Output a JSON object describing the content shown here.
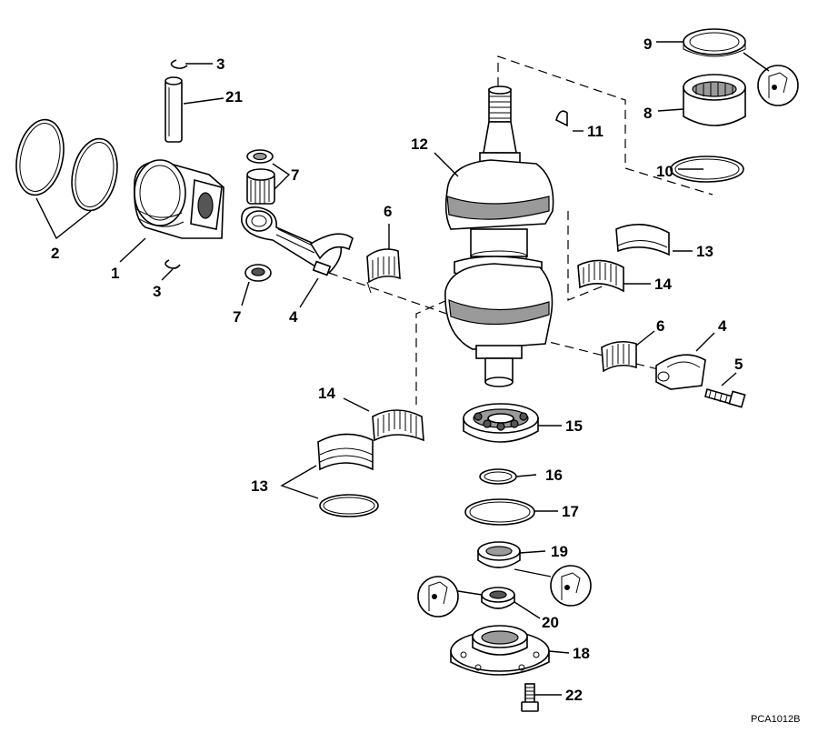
{
  "diagram": {
    "callouts": {
      "c1": "1",
      "c2": "2",
      "c3a": "3",
      "c3b": "3",
      "c4a": "4",
      "c4b": "4",
      "c5": "5",
      "c6a": "6",
      "c6b": "6",
      "c7a": "7",
      "c7b": "7",
      "c8": "8",
      "c9": "9",
      "c10": "10",
      "c11": "11",
      "c12": "12",
      "c13a": "13",
      "c13b": "13",
      "c14a": "14",
      "c14b": "14",
      "c15": "15",
      "c16": "16",
      "c17": "17",
      "c18": "18",
      "c19": "19",
      "c20": "20",
      "c21": "21",
      "c22": "22"
    },
    "figure_code": "PCA1012B"
  }
}
